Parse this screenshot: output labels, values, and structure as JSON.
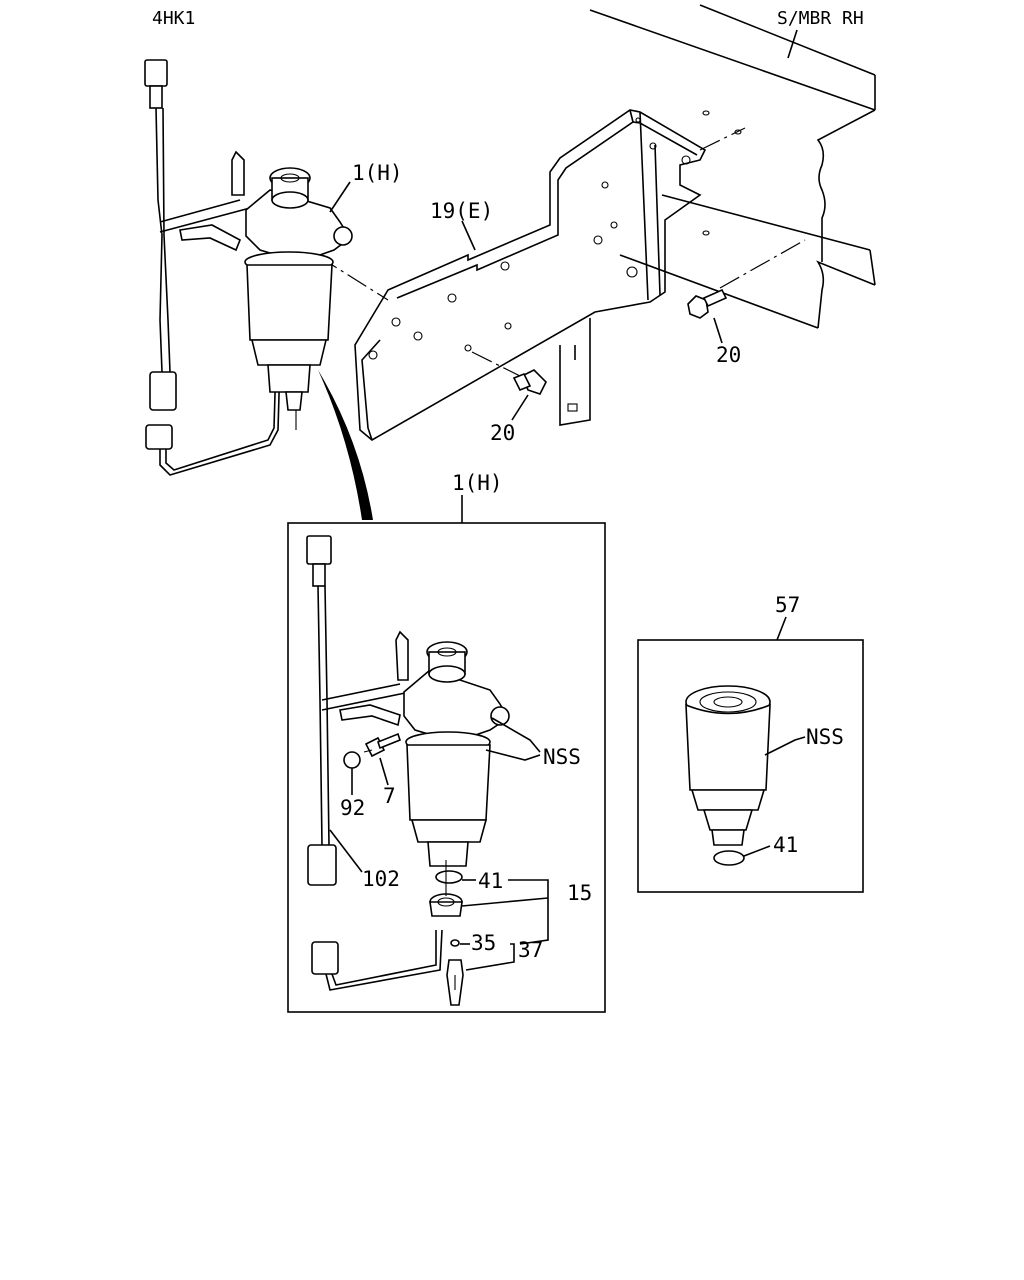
{
  "header": {
    "engine_code": "4HK1",
    "location": "S/MBR RH"
  },
  "callouts": {
    "assembly_main": "1(H)",
    "bracket": "19(E)",
    "bolt_right": "20",
    "bolt_lower": "20",
    "assembly_detail": "1(H)",
    "nss_detail": "NSS",
    "plug": "92",
    "screw": "7",
    "harness": "102",
    "o_ring_detail": "41",
    "drain_assembly": "15",
    "seal": "35",
    "drain_cock": "37",
    "element_kit": "57",
    "nss_element": "NSS",
    "o_ring_element": "41"
  }
}
